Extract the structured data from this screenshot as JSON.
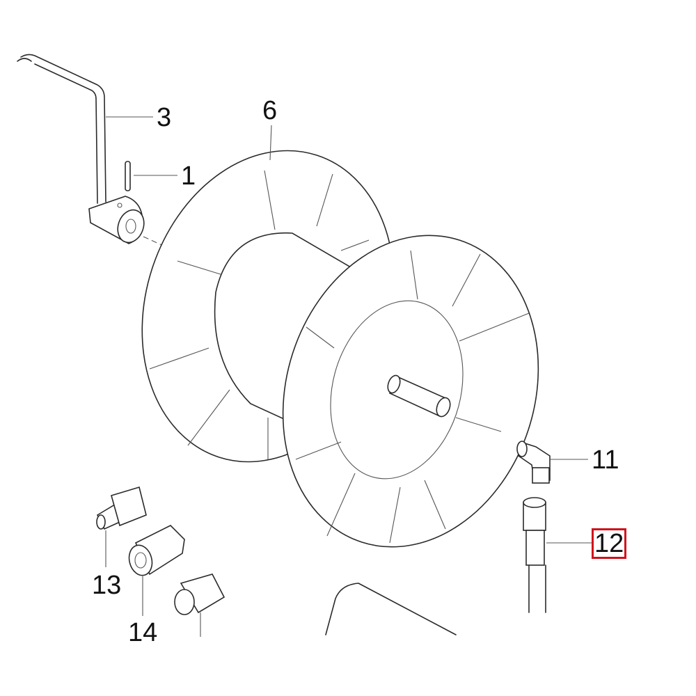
{
  "diagram": {
    "labels": {
      "handle": "3",
      "pin": "1",
      "reel": "6",
      "elbow_fitting": "11",
      "hose": "12",
      "nipple": "13",
      "coupling": "14"
    },
    "highlighted_label": "12",
    "highlight_color": "#d0101a"
  }
}
